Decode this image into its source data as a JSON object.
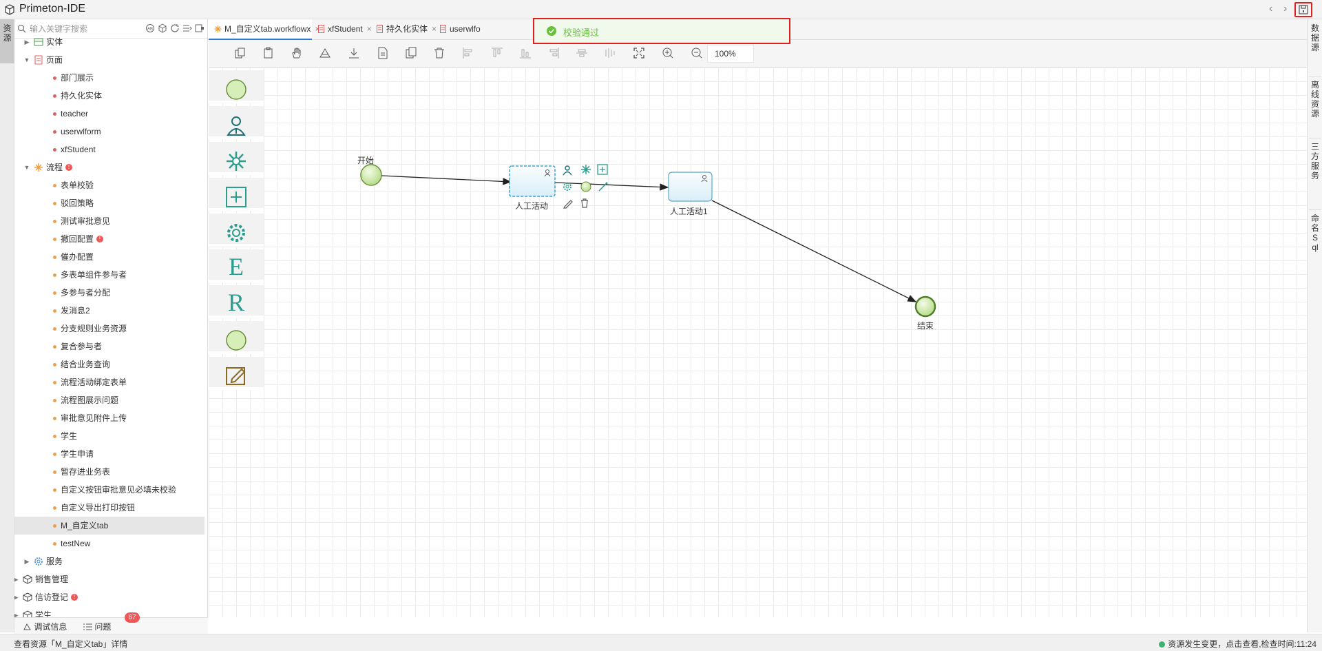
{
  "app": {
    "title": "Primeton-IDE",
    "logo_icon": "cube-logo-icon",
    "nav_prev": "‹",
    "nav_next": "›"
  },
  "left_strip": {
    "tab_label": "资源"
  },
  "search": {
    "placeholder": "输入关键字搜索",
    "value": ""
  },
  "tree": [
    {
      "label": "实体",
      "icon": "entity-icon",
      "indent": 2,
      "expander": "collapsed",
      "dot": null,
      "badge": false
    },
    {
      "label": "页面",
      "icon": "page-icon",
      "indent": 2,
      "expander": "expanded",
      "dot": null,
      "badge": false
    },
    {
      "label": "部门展示",
      "indent": 3,
      "dot": "red",
      "badge": false
    },
    {
      "label": "持久化实体",
      "indent": 3,
      "dot": "red",
      "badge": false
    },
    {
      "label": "teacher",
      "indent": 3,
      "dot": "red",
      "badge": false
    },
    {
      "label": "userwlform",
      "indent": 3,
      "dot": "red",
      "badge": false
    },
    {
      "label": "xfStudent",
      "indent": 3,
      "dot": "red",
      "badge": false
    },
    {
      "label": "流程",
      "icon": "workflow-icon",
      "indent": 2,
      "expander": "expanded",
      "dot": null,
      "badge": true
    },
    {
      "label": "表单校验",
      "indent": 3,
      "dot": "orange",
      "badge": false
    },
    {
      "label": "驳回策略",
      "indent": 3,
      "dot": "orange",
      "badge": false
    },
    {
      "label": "测试审批意见",
      "indent": 3,
      "dot": "orange",
      "badge": false
    },
    {
      "label": "撤回配置",
      "indent": 3,
      "dot": "orange",
      "badge": true
    },
    {
      "label": "催办配置",
      "indent": 3,
      "dot": "orange",
      "badge": false
    },
    {
      "label": "多表单组件参与者",
      "indent": 3,
      "dot": "orange",
      "badge": false
    },
    {
      "label": "多参与者分配",
      "indent": 3,
      "dot": "orange",
      "badge": false
    },
    {
      "label": "发消息2",
      "indent": 3,
      "dot": "orange",
      "badge": false
    },
    {
      "label": "分支规则业务资源",
      "indent": 3,
      "dot": "orange",
      "badge": false
    },
    {
      "label": "复合参与者",
      "indent": 3,
      "dot": "orange",
      "badge": false
    },
    {
      "label": "结合业务查询",
      "indent": 3,
      "dot": "orange",
      "badge": false
    },
    {
      "label": "流程活动绑定表单",
      "indent": 3,
      "dot": "orange",
      "badge": false
    },
    {
      "label": "流程图展示问题",
      "indent": 3,
      "dot": "orange",
      "badge": false
    },
    {
      "label": "审批意见附件上传",
      "indent": 3,
      "dot": "orange",
      "badge": false
    },
    {
      "label": "学生",
      "indent": 3,
      "dot": "orange",
      "badge": false
    },
    {
      "label": "学生申请",
      "indent": 3,
      "dot": "orange",
      "badge": false
    },
    {
      "label": "暂存进业务表",
      "indent": 3,
      "dot": "orange",
      "badge": false
    },
    {
      "label": "自定义按钮审批意见必填未校验",
      "indent": 3,
      "dot": "orange",
      "badge": false
    },
    {
      "label": "自定义导出打印按钮",
      "indent": 3,
      "dot": "orange",
      "badge": false
    },
    {
      "label": "M_自定义tab",
      "indent": 3,
      "dot": "orange",
      "badge": false,
      "selected": true
    },
    {
      "label": "testNew",
      "indent": 3,
      "dot": "orange",
      "badge": false
    },
    {
      "label": "服务",
      "icon": "service-gear-icon",
      "indent": 2,
      "expander": "collapsed",
      "dot": null,
      "badge": false
    },
    {
      "label": "销售管理",
      "icon": "module-cube-icon",
      "indent": 1,
      "expander": "collapsed",
      "dot": null,
      "badge": false
    },
    {
      "label": "信访登记",
      "icon": "module-cube-icon",
      "indent": 1,
      "expander": "collapsed",
      "dot": null,
      "badge": true
    },
    {
      "label": "学生",
      "icon": "module-cube-icon",
      "indent": 1,
      "expander": "collapsed",
      "dot": null,
      "badge": false
    }
  ],
  "bottom_tabs": {
    "debug": "调试信息",
    "issues": "问题",
    "issues_count": "67"
  },
  "tabs": [
    {
      "label": "M_自定义tab.workflowx",
      "active": true,
      "icon": "workflow-icon"
    },
    {
      "label": "xfStudent",
      "active": false,
      "icon": "page-icon"
    },
    {
      "label": "持久化实体",
      "active": false,
      "icon": "page-icon"
    },
    {
      "label": "userwlfo",
      "active": false,
      "icon": "page-icon"
    }
  ],
  "toast": {
    "message": "校验通过",
    "icon": "check-circle-icon",
    "color": "#67c23a"
  },
  "toolbar": {
    "buttons": [
      "copy-icon",
      "paste-icon",
      "hand-pan-icon",
      "grid-snap-icon",
      "download-icon",
      "document-icon",
      "duplicate-icon",
      "delete-icon",
      "align-left-icon",
      "align-top-icon",
      "align-bottom-icon",
      "align-right-icon",
      "align-center-icon",
      "distribute-icon",
      "fit-screen-icon",
      "zoom-in-icon",
      "zoom-out-icon"
    ],
    "zoom": "100%"
  },
  "palette": [
    {
      "name": "start-event-tool",
      "kind": "circle"
    },
    {
      "name": "manual-activity-tool",
      "kind": "person"
    },
    {
      "name": "auto-activity-tool",
      "kind": "star"
    },
    {
      "name": "subprocess-tool",
      "kind": "plus"
    },
    {
      "name": "service-activity-tool",
      "kind": "gear"
    },
    {
      "name": "e-tool",
      "kind": "text",
      "text": "E"
    },
    {
      "name": "r-tool",
      "kind": "text",
      "text": "R"
    },
    {
      "name": "end-event-tool",
      "kind": "circle"
    },
    {
      "name": "note-tool",
      "kind": "note"
    }
  ],
  "diagram": {
    "start_label": "开始",
    "activity1_label": "人工活动",
    "activity2_label": "人工活动1",
    "end_label": "结束"
  },
  "right_strip": [
    "数据源",
    "离线资源",
    "三方服务",
    "命名Sql"
  ],
  "status": {
    "left": "查看资源「M_自定义tab」详情",
    "right": "资源发生变更，点击查看,检查时间:11:24",
    "dot_color": "#3cb371"
  },
  "colors": {
    "accent": "#2f7bd6",
    "highlight": "#e02020",
    "success": "#67c23a",
    "teal": "#2a9d8f"
  }
}
